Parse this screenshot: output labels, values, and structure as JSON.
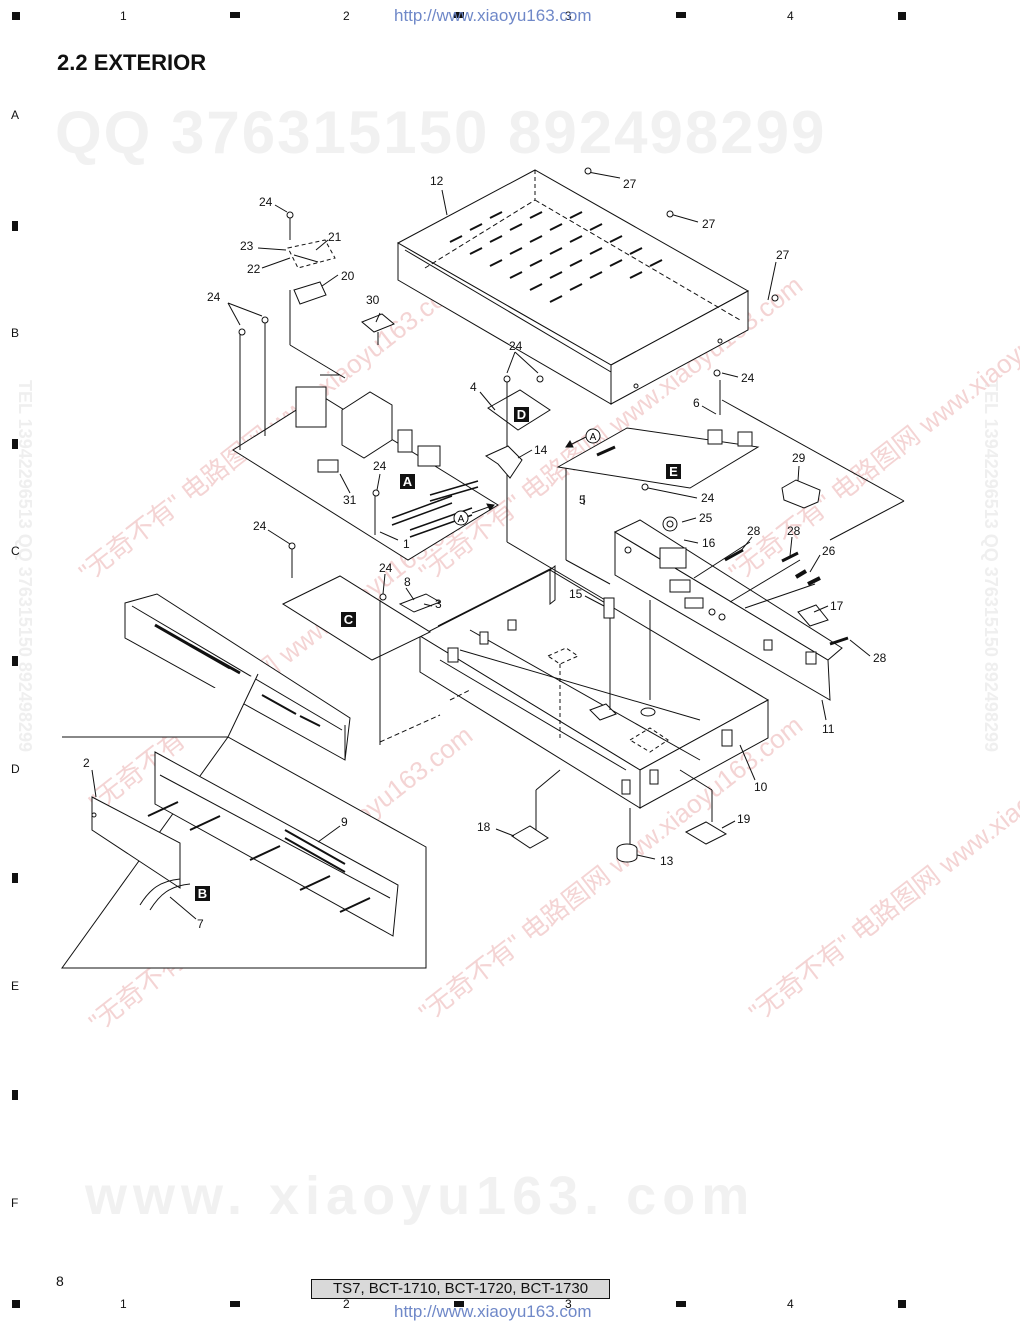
{
  "header": {
    "url": "http://www.xiaoyu163.com",
    "columns": [
      "1",
      "2",
      "3",
      "4"
    ],
    "rows": [
      "A",
      "B",
      "C",
      "D",
      "E",
      "F"
    ]
  },
  "section_title": "2.2 EXTERIOR",
  "watermarks": {
    "qq": "QQ 376315150   892498299",
    "site": "www. xiaoyu163. com",
    "diag": "\"无奇不有\" 电路图网 www.xiaoyu163.com",
    "side_left": "TEL 13942296513 QQ 376315150 892498299",
    "side_right": "TEL 13942296513 QQ 376315150 892498299"
  },
  "diagram": {
    "callouts": {
      "c1": "1",
      "c2": "2",
      "c3": "3",
      "c4": "4",
      "c5": "5",
      "c6": "6",
      "c7": "7",
      "c8": "8",
      "c9": "9",
      "c10": "10",
      "c11": "11",
      "c12": "12",
      "c13": "13",
      "c14": "14",
      "c15": "15",
      "c16": "16",
      "c17": "17",
      "c18": "18",
      "c19": "19",
      "c20": "20",
      "c21": "21",
      "c22": "22",
      "c23": "23",
      "c24": "24",
      "c25": "25",
      "c26": "26",
      "c27": "27",
      "c28": "28",
      "c29": "29",
      "c30": "30",
      "c31": "31"
    },
    "labels": {
      "A": "A",
      "B": "B",
      "C": "C",
      "D": "D",
      "E": "E",
      "circA": "A"
    }
  },
  "footer": {
    "page_number": "8",
    "model": "TS7, BCT-1710, BCT-1720, BCT-1730",
    "url": "http://www.xiaoyu163.com"
  }
}
